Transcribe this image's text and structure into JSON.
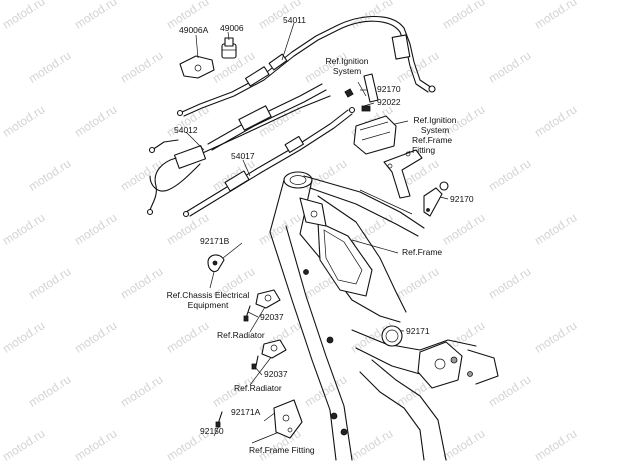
{
  "watermark": "motod.ru",
  "callouts": {
    "p49006A": "49006A",
    "p49006": "49006",
    "p54011": "54011",
    "p54012": "54012",
    "p54017": "54017",
    "ref_ignition_1": "Ref.Ignition\nSystem",
    "p92170_top": "92170",
    "p92022": "92022",
    "ref_ignition_2": "Ref.Ignition\nSystem",
    "ref_frame_fitting_top": "Ref.Frame\nFitting",
    "p92170_bottom": "92170",
    "p92171B": "92171B",
    "ref_frame": "Ref.Frame",
    "ref_chassis": "Ref.Chassis Electrical\nEquipment",
    "p92171": "92171",
    "p92037_top": "92037",
    "ref_radiator_top": "Ref.Radiator",
    "ref_radiator_bottom": "Ref.Radiator",
    "p92037_bottom": "92037",
    "p92171A": "92171A",
    "p92150": "92150",
    "ref_frame_fitting_bottom": "Ref.Frame Fitting"
  }
}
